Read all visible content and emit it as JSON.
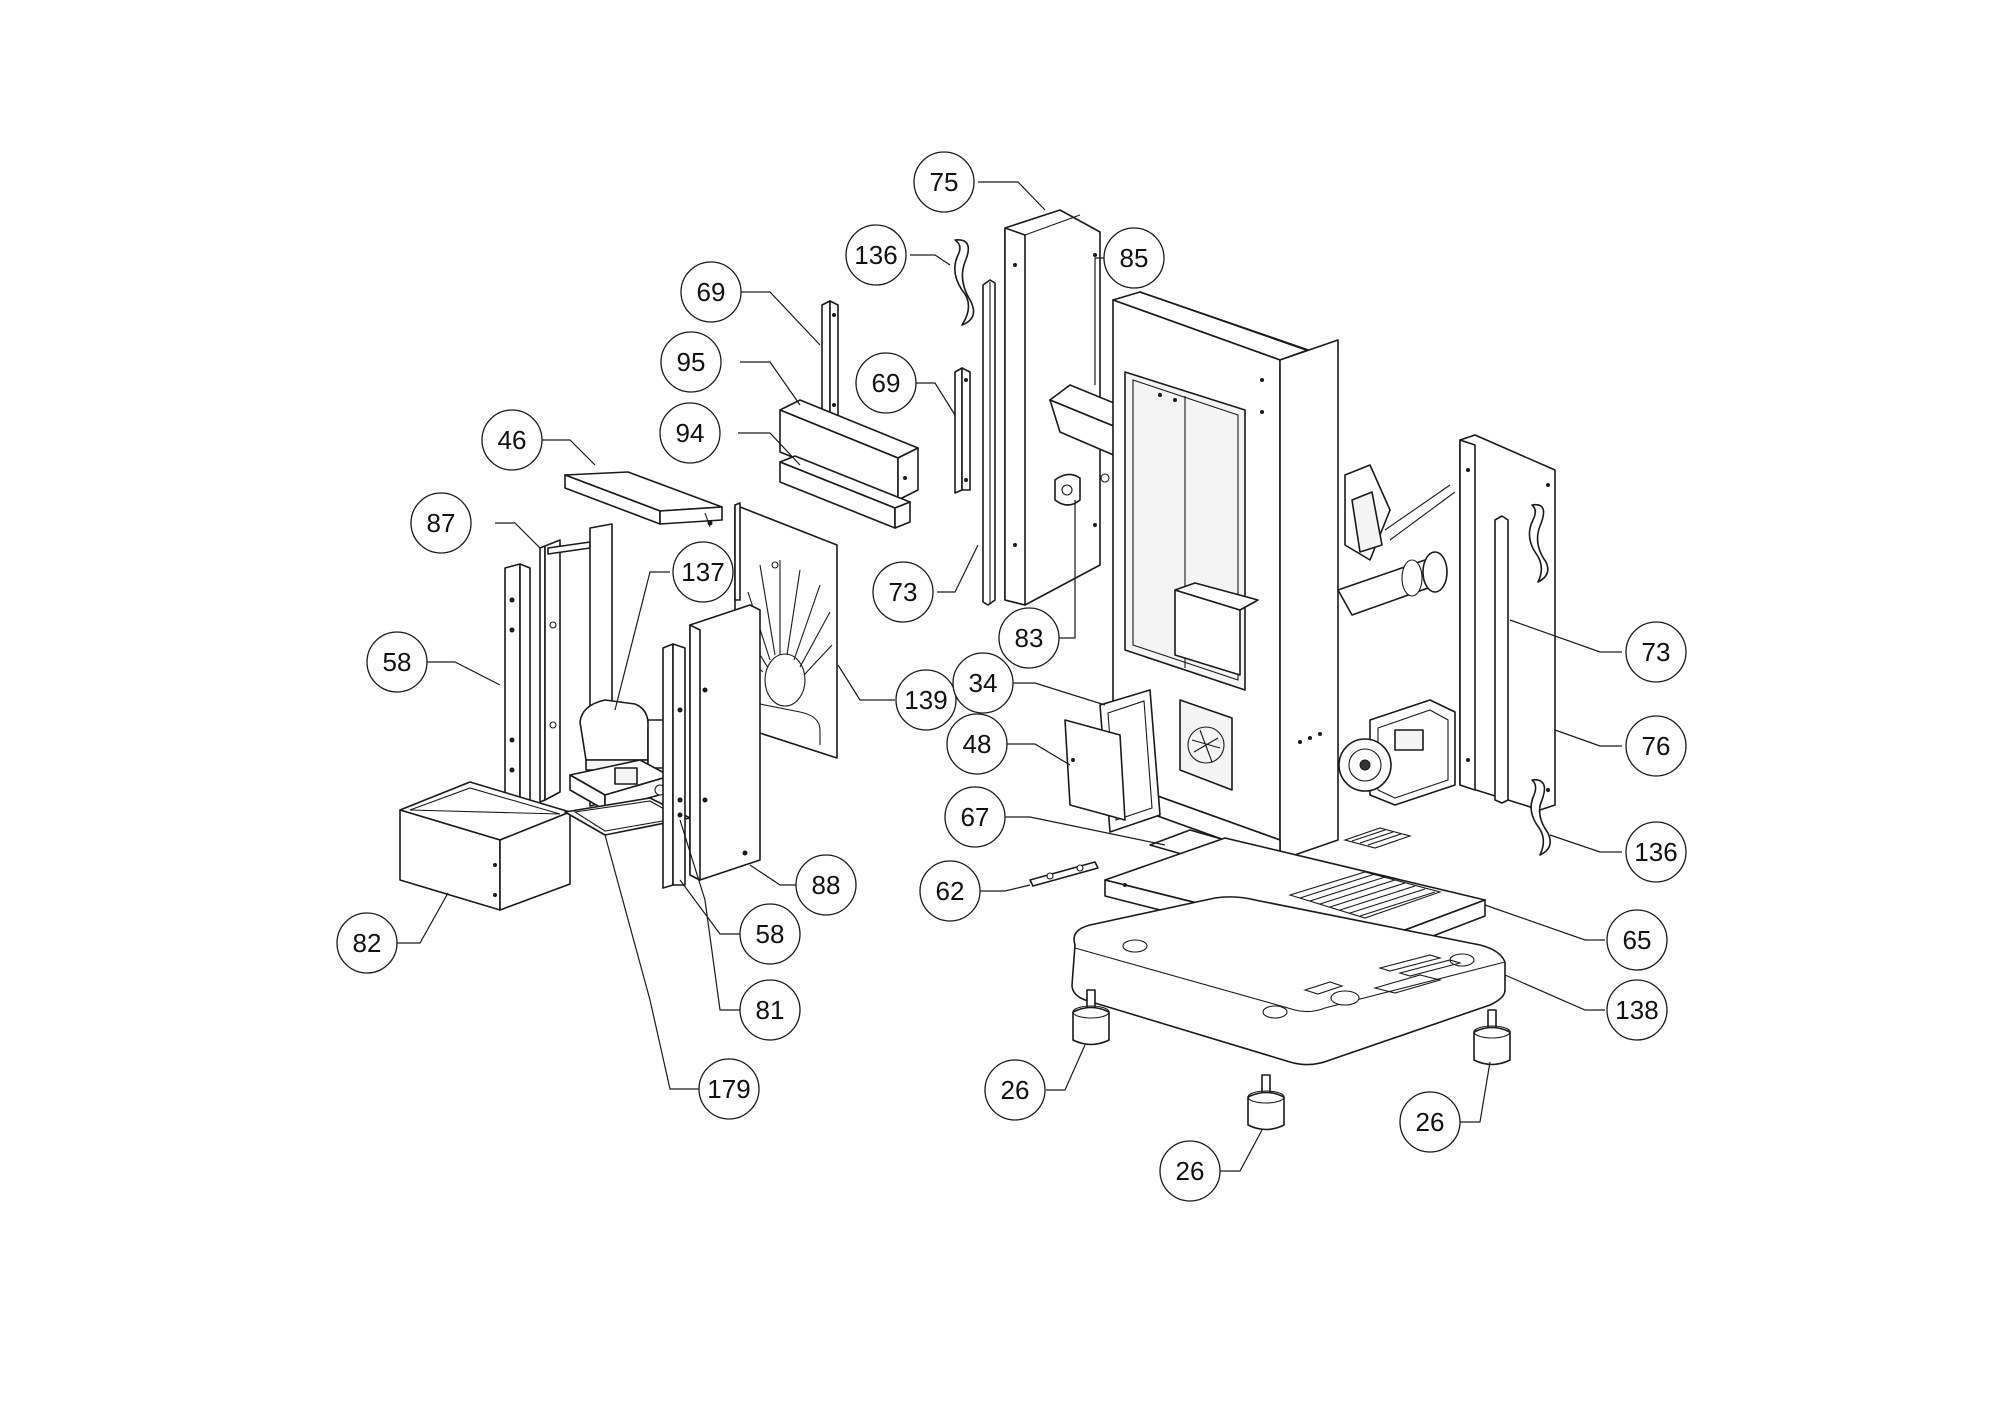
{
  "callouts": [
    {
      "id": "c75",
      "label": "75"
    },
    {
      "id": "c136a",
      "label": "136"
    },
    {
      "id": "c85",
      "label": "85"
    },
    {
      "id": "c69a",
      "label": "69"
    },
    {
      "id": "c95",
      "label": "95"
    },
    {
      "id": "c69b",
      "label": "69"
    },
    {
      "id": "c94",
      "label": "94"
    },
    {
      "id": "c46",
      "label": "46"
    },
    {
      "id": "c87",
      "label": "87"
    },
    {
      "id": "c137",
      "label": "137"
    },
    {
      "id": "c73a",
      "label": "73"
    },
    {
      "id": "c83",
      "label": "83"
    },
    {
      "id": "c73b",
      "label": "73"
    },
    {
      "id": "c58a",
      "label": "58"
    },
    {
      "id": "c139",
      "label": "139"
    },
    {
      "id": "c34",
      "label": "34"
    },
    {
      "id": "c48",
      "label": "48"
    },
    {
      "id": "c76",
      "label": "76"
    },
    {
      "id": "c67",
      "label": "67"
    },
    {
      "id": "c136b",
      "label": "136"
    },
    {
      "id": "c88",
      "label": "88"
    },
    {
      "id": "c62",
      "label": "62"
    },
    {
      "id": "c82",
      "label": "82"
    },
    {
      "id": "c58b",
      "label": "58"
    },
    {
      "id": "c65",
      "label": "65"
    },
    {
      "id": "c138",
      "label": "138"
    },
    {
      "id": "c81",
      "label": "81"
    },
    {
      "id": "c26a",
      "label": "26"
    },
    {
      "id": "c179",
      "label": "179"
    },
    {
      "id": "c26b",
      "label": "26"
    },
    {
      "id": "c26c",
      "label": "26"
    }
  ]
}
